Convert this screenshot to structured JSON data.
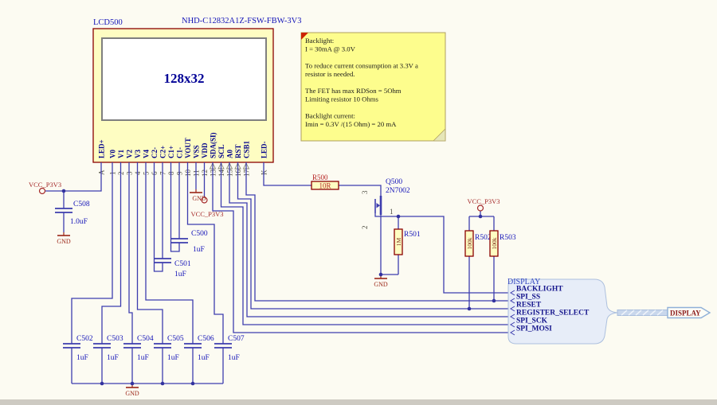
{
  "schematic": {
    "lcd": {
      "ref": "LCD500",
      "part": "NHD-C12832A1Z-FSW-FBW-3V3",
      "screen_text": "128x32",
      "pins": [
        {
          "num": "A",
          "name": "LED+"
        },
        {
          "num": "1",
          "name": "V0"
        },
        {
          "num": "2",
          "name": "V1"
        },
        {
          "num": "3",
          "name": "V2"
        },
        {
          "num": "4",
          "name": "V3"
        },
        {
          "num": "5",
          "name": "V4"
        },
        {
          "num": "6",
          "name": "C2-"
        },
        {
          "num": "7",
          "name": "C2+"
        },
        {
          "num": "8",
          "name": "C1+"
        },
        {
          "num": "9",
          "name": "C1-"
        },
        {
          "num": "10",
          "name": "VOUT"
        },
        {
          "num": "11",
          "name": "VSS"
        },
        {
          "num": "12",
          "name": "VDD"
        },
        {
          "num": "13",
          "name": "SDA(SI)"
        },
        {
          "num": "14",
          "name": "SCL"
        },
        {
          "num": "15",
          "name": "A0"
        },
        {
          "num": "16",
          "name": "RST"
        },
        {
          "num": "17",
          "name": "CSB1"
        },
        {
          "num": "K",
          "name": "LED-"
        }
      ]
    },
    "note": {
      "lines": [
        "Backlight:",
        "I = 30mA @ 3.0V",
        "To reduce current consumption at 3.3V a",
        "resistor is needed.",
        "The FET has max RDSon = 5Ohm",
        "Limiting resistor 10 Ohms",
        "Backlight current:",
        "Imin = 0.3V /(15 Ohm) = 20 mA"
      ]
    },
    "components": {
      "c508": {
        "ref": "C508",
        "value": "1.0uF"
      },
      "c500": {
        "ref": "C500",
        "value": "1uF"
      },
      "c501": {
        "ref": "C501",
        "value": "1uF"
      },
      "c502": {
        "ref": "C502",
        "value": "1uF"
      },
      "c503": {
        "ref": "C503",
        "value": "1uF"
      },
      "c504": {
        "ref": "C504",
        "value": "1uF"
      },
      "c505": {
        "ref": "C505",
        "value": "1uF"
      },
      "c506": {
        "ref": "C506",
        "value": "1uF"
      },
      "c507": {
        "ref": "C507",
        "value": "1uF"
      },
      "r500": {
        "ref": "R500",
        "value": "10R"
      },
      "r501": {
        "ref": "R501",
        "value": "1M"
      },
      "r502": {
        "ref": "R502",
        "value": "100k"
      },
      "r503": {
        "ref": "R503",
        "value": "100k"
      },
      "q500": {
        "ref": "Q500",
        "value": "2N7002",
        "pin_drain": "3",
        "pin_source": "2",
        "pin_gate": "1"
      }
    },
    "power": {
      "vcc_net": "VCC_P3V3",
      "gnd_net": "GND"
    },
    "bus": {
      "title": "DISPLAY",
      "port": "DISPLAY",
      "signals": [
        "BACKLIGHT",
        "SPI_SS",
        "RESET",
        "REGISTER_SELECT",
        "SPI_SCK",
        "SPI_MOSI"
      ]
    },
    "colors": {
      "wire": "#3d3dae",
      "component_border": "#8b0000",
      "component_fill": "#fefdc2",
      "note_fill": "#fdfd8d",
      "power_text": "#a52a2a",
      "reference_text": "#1414b8",
      "bus_fill": "#e7edf8"
    }
  }
}
